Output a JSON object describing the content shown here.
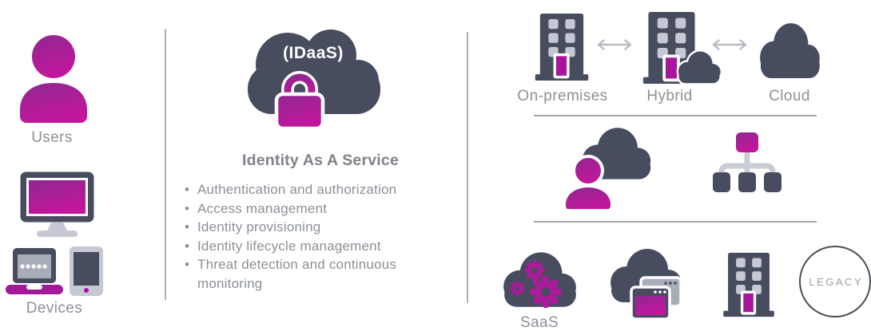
{
  "left": {
    "users_label": "Users",
    "devices_label": "Devices"
  },
  "center": {
    "cloud_text": "(IDaaS)",
    "heading": "Identity As A Service",
    "bullets": [
      "Authentication and authorization",
      "Access management",
      "Identity provisioning",
      "Identity lifecycle management",
      "Threat detection and continuous monitoring"
    ]
  },
  "right": {
    "on_premises_label": "On-premises",
    "hybrid_label": "Hybrid",
    "cloud_label": "Cloud",
    "saas_label": "SaaS",
    "legacy_label": "LEGACY"
  },
  "colors": {
    "dark_slate": "#484C5F",
    "purple": "#8F2890",
    "magenta": "#C2169C",
    "door_magenta": "#A8149B",
    "label_gray": "#8B9097",
    "divider_gray": "#ACAFB6",
    "light_gray": "#C6C9D3"
  }
}
